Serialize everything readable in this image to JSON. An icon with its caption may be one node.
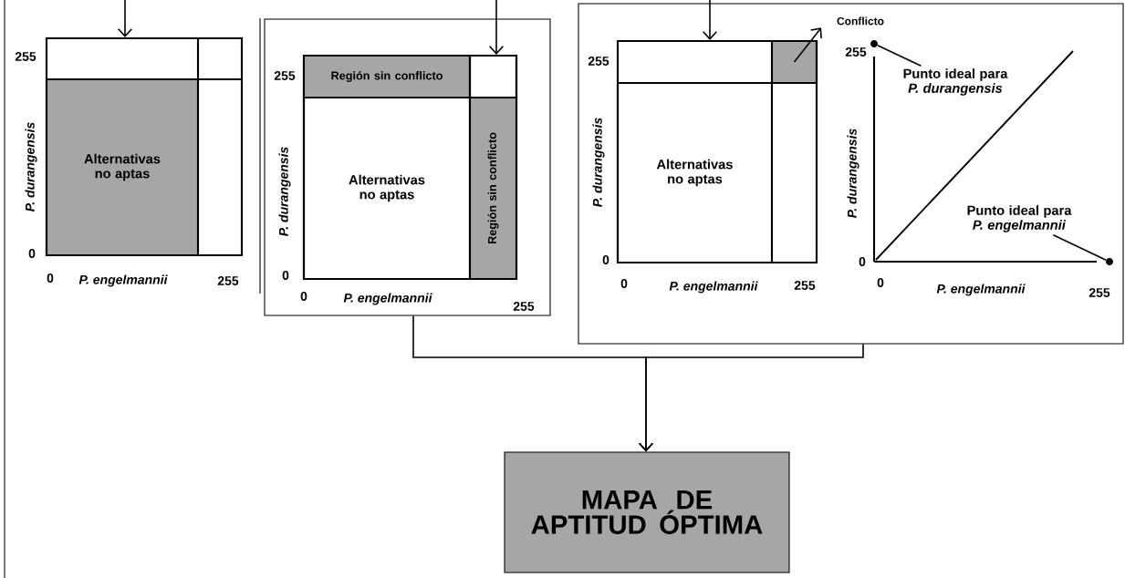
{
  "diagram": {
    "nodes": [
      {
        "text": [],
        "shape": "box"
      },
      {
        "text": [
          "Alternativas no aptas"
        ],
        "in": 0
      },
      {
        "text": [],
        "shape": "box"
      },
      {
        "text": [],
        "shape": "box",
        "in": 2
      },
      {
        "text": [
          "Región sin conflicto"
        ],
        "in": 3
      },
      {
        "text": [
          "Alternativas no aptas"
        ],
        "in": 3
      },
      {
        "text": [
          "Región sin conflicto"
        ],
        "in": 3
      },
      {
        "text": [],
        "shape": "box",
        "in": 3
      },
      {
        "text": [],
        "shape": "box"
      },
      {
        "text": [],
        "shape": "box",
        "in": 8
      },
      {
        "text": [],
        "shape": "box",
        "in": 9
      },
      {
        "text": [
          "Alternativas no aptas"
        ],
        "in": 9
      },
      {
        "text": [
          "Conflicto"
        ],
        "in": 8
      },
      {
        "text": [
          "Punto ideal para *P. durangensis*"
        ],
        "in": 8
      },
      {
        "text": [
          "Punto ideal para *P. engelmannii*"
        ],
        "in": 8
      },
      {
        "text": [],
        "shape": "circle",
        "in": 8
      },
      {
        "text": [],
        "shape": "circle",
        "in": 8
      },
      {
        "text": [
          "MAPA DE APTITUD ÓPTIMA"
        ]
      }
    ],
    "edges": [
      {
        "from": null,
        "to": 0,
        "arrow": "to"
      },
      {
        "from": null,
        "to": 7,
        "arrow": "to"
      },
      {
        "from": null,
        "to": 9,
        "arrow": "to"
      },
      {
        "from": 10,
        "to": 12,
        "arrow": "to"
      },
      {
        "from": 13,
        "to": 15,
        "arrow": "none"
      },
      {
        "from": 14,
        "to": 16,
        "arrow": "none"
      },
      {
        "from": 2,
        "to": 17,
        "arrow": "to"
      },
      {
        "from": 8,
        "to": 17,
        "arrow": "to"
      }
    ],
    "labels": [
      "255",
      "0",
      "P. durangensis",
      "0",
      "P. engelmannii",
      "255",
      "255",
      "P. durangensis",
      "0",
      "0",
      "P. engelmannii",
      "255",
      "255",
      "P. durangensis",
      "0",
      "0",
      "P. engelmannii",
      "255",
      "255",
      "P. durangensis",
      "0",
      "0",
      "P. engelmannii",
      "255"
    ]
  }
}
